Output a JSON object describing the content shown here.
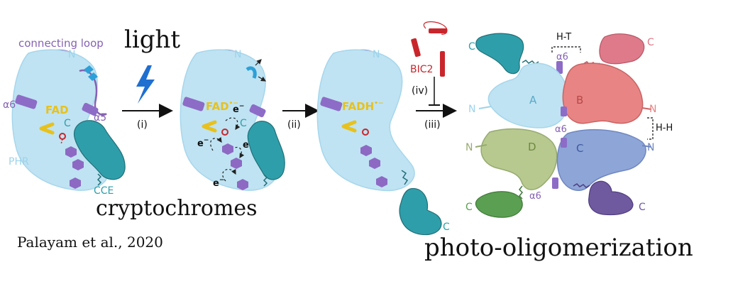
{
  "labels": {
    "connecting_loop": "connecting loop",
    "light": "light",
    "n_term": "N",
    "c_term": "C",
    "alpha6": "α6",
    "alpha5": "α5",
    "fad": "FAD",
    "fad_radical": "FAD",
    "fadh_radical": "FADH",
    "radical_dot": "•",
    "electron": "e",
    "minus": "−",
    "phr": "PHR",
    "cce": "CCE",
    "step_i": "(i)",
    "step_ii": "(ii)",
    "step_iii": "(iii)",
    "step_iv": "(iv)",
    "bic2": "BIC2",
    "cryptochromes": "cryptochromes",
    "citation": "Palayam et al., 2020",
    "ht": "H-T",
    "hh": "H-H",
    "sub_a": "A",
    "sub_b": "B",
    "sub_c": "C",
    "sub_d": "D",
    "photo_oligomerization": "photo-oligomerization"
  },
  "colors": {
    "phr_blue": "#bfe3f2",
    "phr_edge": "#8ccbe6",
    "cce_teal": "#2e9faa",
    "loop_purple": "#8661b3",
    "helix_purple": "#8d6cc7",
    "fad_yellow": "#e8c11c",
    "hex_purple": "#8d69c4",
    "red": "#c9262c",
    "b_red": "#e88484",
    "c_blue": "#8ea5d8",
    "d_green": "#b7c98f",
    "c_green": "#5b9f52",
    "c_violet": "#6f5aa0",
    "c_pink": "#df7a8a",
    "bolt_blue": "#1f6fd1"
  }
}
